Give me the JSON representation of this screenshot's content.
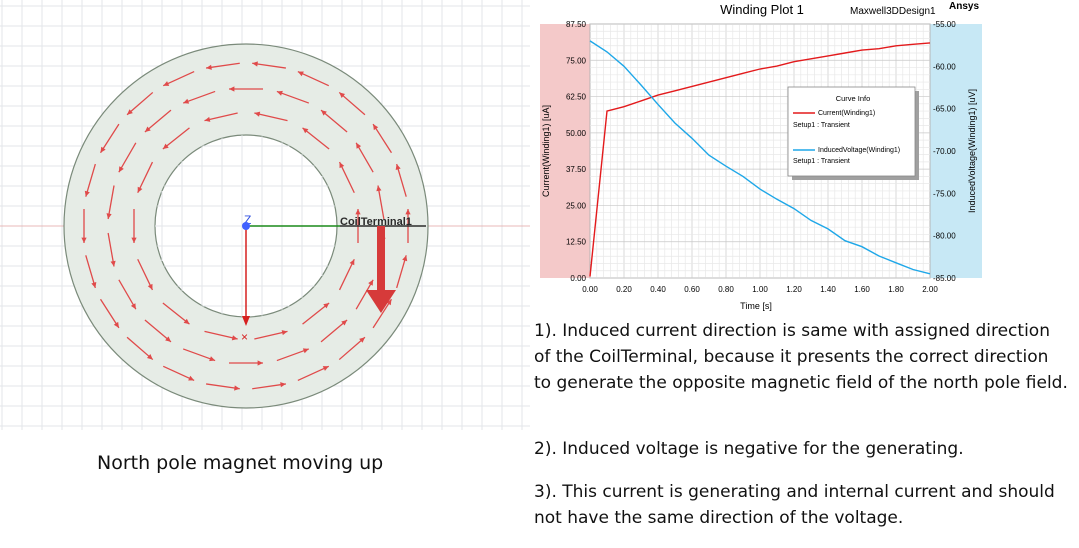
{
  "model_view": {
    "axis_z_label": "Z",
    "terminal_label": "CoilTerminal1",
    "caption": "North pole magnet moving up",
    "colors": {
      "ring_fill": "#e6ece6",
      "arrow": "#e04a4a",
      "terminal_arrow": "#d63a3a",
      "axis_green": "#1a8a1a",
      "axis_red": "#d62020",
      "origin_blue": "#4060ff"
    }
  },
  "chart_data": {
    "type": "line",
    "title": "Winding Plot 1",
    "project_label": "Maxwell3DDesign1",
    "brand": "Ansys",
    "xlabel": "Time [s]",
    "ylabel_left": "Current(Winding1) [uA]",
    "ylabel_right": "InducedVoltage(Winding1) [uV]",
    "xlim": [
      0,
      2.0
    ],
    "ylim_left": [
      0,
      87.5
    ],
    "ylim_right": [
      -85,
      -55
    ],
    "x_ticks": [
      "0.00",
      "0.20",
      "0.40",
      "0.60",
      "0.80",
      "1.00",
      "1.20",
      "1.40",
      "1.60",
      "1.80",
      "2.00"
    ],
    "y_ticks_left": [
      "0.00",
      "12.50",
      "25.00",
      "37.50",
      "50.00",
      "62.50",
      "75.00",
      "87.50"
    ],
    "y_ticks_right": [
      "-55.00",
      "-60.00",
      "-65.00",
      "-70.00",
      "-75.00",
      "-80.00",
      "-85.00"
    ],
    "grid": true,
    "legend": {
      "title": "Curve Info",
      "position": "top-right",
      "entries": [
        {
          "name": "Current(Winding1)",
          "setup": "Setup1 : Transient",
          "color": "#e31a1c"
        },
        {
          "name": "InducedVoltage(Winding1)",
          "setup": "Setup1 : Transient",
          "color": "#1ea7e8"
        }
      ]
    },
    "series": [
      {
        "name": "Current(Winding1)",
        "axis": "left",
        "color": "#e31a1c",
        "x": [
          0,
          0.1,
          0.2,
          0.3,
          0.4,
          0.5,
          0.6,
          0.7,
          0.8,
          0.9,
          1.0,
          1.1,
          1.2,
          1.3,
          1.4,
          1.5,
          1.6,
          1.7,
          1.8,
          1.9,
          2.0
        ],
        "values": [
          0.5,
          57.5,
          59.0,
          61.0,
          63.0,
          64.5,
          66.0,
          67.5,
          69.0,
          70.5,
          72.0,
          73.0,
          74.5,
          75.5,
          76.5,
          77.5,
          78.5,
          79.0,
          80.0,
          80.5,
          81.0
        ]
      },
      {
        "name": "InducedVoltage(Winding1)",
        "axis": "right",
        "color": "#1ea7e8",
        "x": [
          0,
          0.1,
          0.2,
          0.3,
          0.4,
          0.5,
          0.6,
          0.7,
          0.8,
          0.9,
          1.0,
          1.1,
          1.2,
          1.3,
          1.4,
          1.5,
          1.6,
          1.7,
          1.8,
          1.9,
          2.0
        ],
        "values": [
          -57.0,
          -58.3,
          -60.0,
          -62.2,
          -64.5,
          -66.7,
          -68.5,
          -70.5,
          -71.8,
          -73.0,
          -74.5,
          -75.7,
          -76.8,
          -78.2,
          -79.2,
          -80.6,
          -81.3,
          -82.4,
          -83.2,
          -84.0,
          -84.5
        ]
      }
    ]
  },
  "notes": [
    "1). Induced current direction is same with assigned direction of the CoilTerminal, because it presents the correct direction to generate the opposite magnetic field of the north pole field.",
    "2). Induced voltage is negative for the generating.",
    "3). This current is generating and internal current and should not have the same direction of the voltage."
  ]
}
